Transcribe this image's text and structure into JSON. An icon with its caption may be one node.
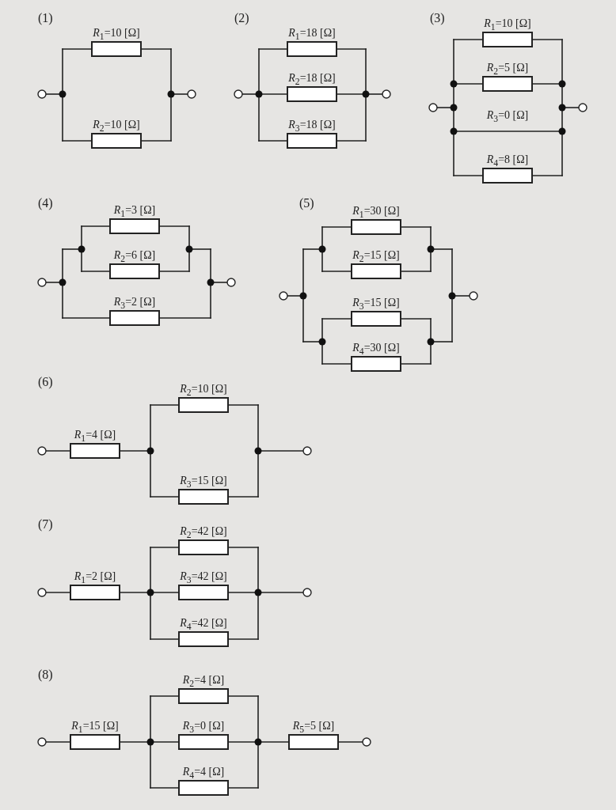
{
  "diagram": {
    "labels": [
      "(1)",
      "*R*$_{1}$=10 [Ω]",
      "*R*$_{2}$=10 [Ω]",
      "(2)",
      "*R*$_{1}$=18 [Ω]",
      "*R*$_{2}$=18 [Ω]",
      "*R*$_{3}$=18 [Ω]",
      "(3)",
      "*R*$_{1}$=10 [Ω]",
      "*R*$_{2}$=5 [Ω]",
      "*R*$_{3}$=0 [Ω]",
      "*R*$_{4}$=8 [Ω]",
      "(4)",
      "*R*$_{1}$=3 [Ω]",
      "*R*$_{2}$=6 [Ω]",
      "*R*$_{3}$=2 [Ω]",
      "(5)",
      "*R*$_{1}$=30 [Ω]",
      "*R*$_{2}$=15 [Ω]",
      "*R*$_{3}$=15 [Ω]",
      "*R*$_{4}$=30 [Ω]",
      "(6)",
      "*R*$_{1}$=4 [Ω]",
      "*R*$_{2}$=10 [Ω]",
      "*R*$_{3}$=15 [Ω]",
      "(7)",
      "*R*$_{1}$=2 [Ω]",
      "*R*$_{2}$=42 [Ω]",
      "*R*$_{3}$=42 [Ω]",
      "*R*$_{4}$=42 [Ω]",
      "(8)",
      "*R*$_{1}$=15 [Ω]",
      "*R*$_{2}$=4 [Ω]",
      "*R*$_{3}$=0 [Ω]",
      "*R*$_{4}$=4 [Ω]",
      "*R*$_{5}$=5 [Ω]"
    ]
  }
}
